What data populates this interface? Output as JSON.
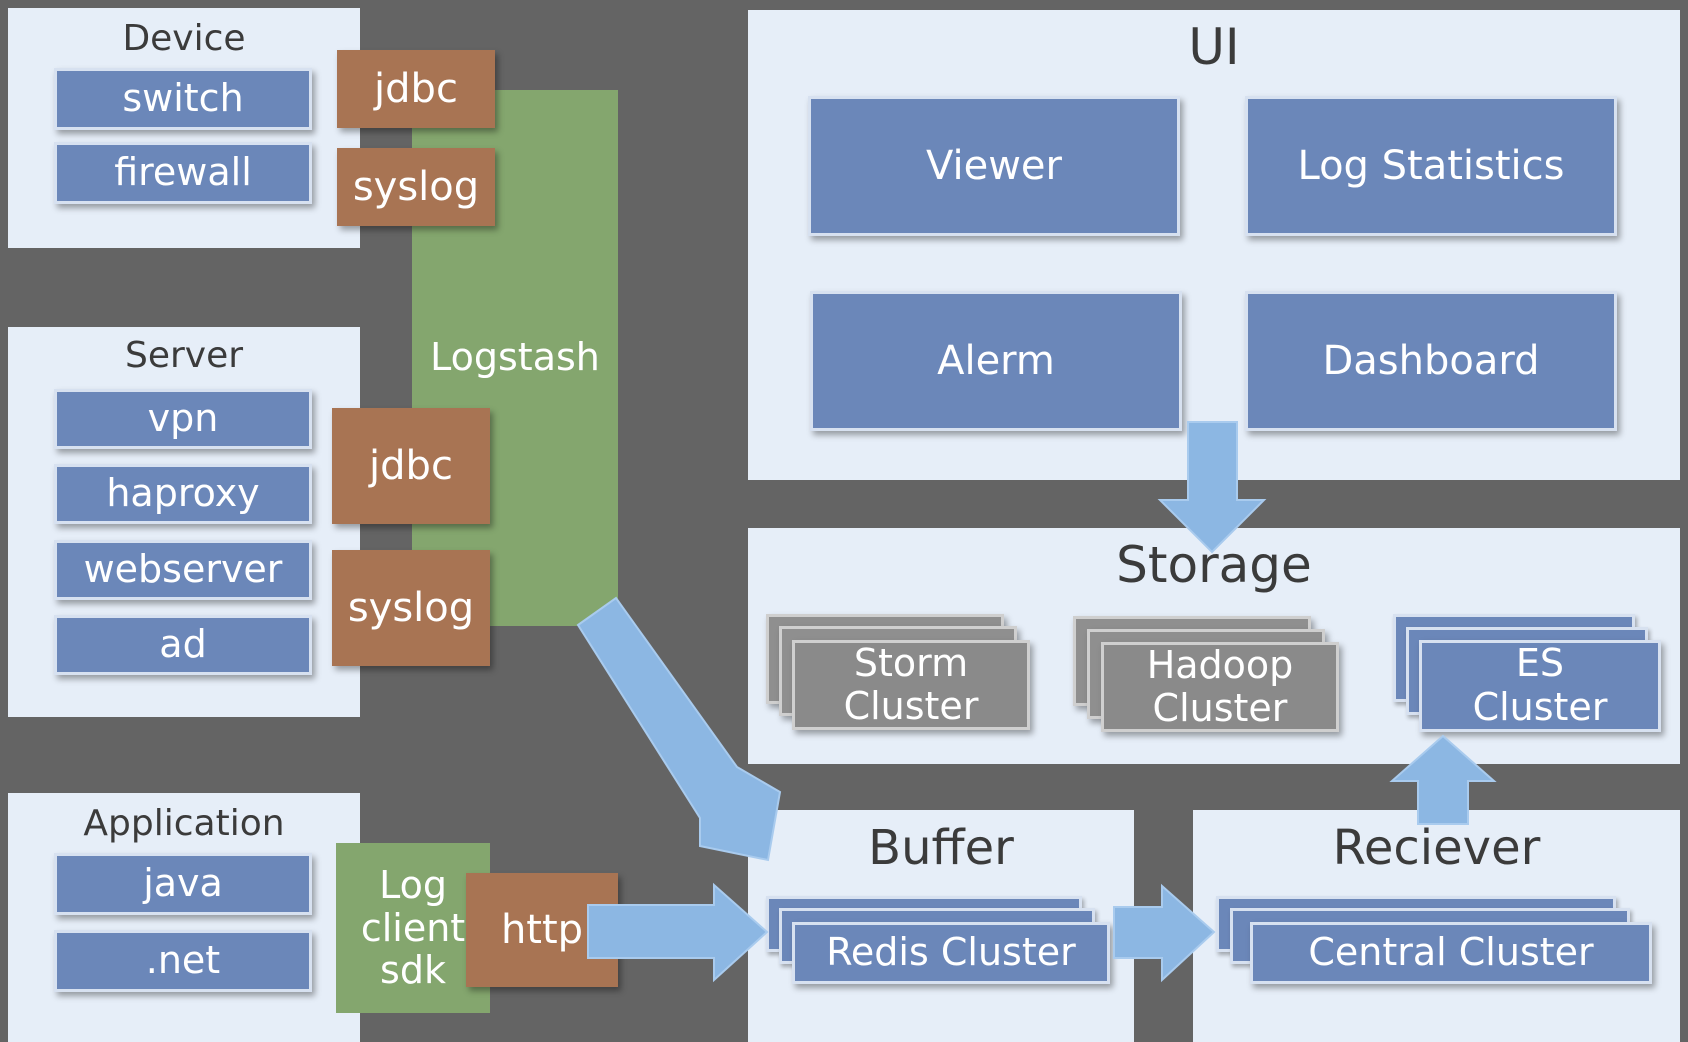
{
  "device": {
    "title": "Device",
    "items": [
      "switch",
      "firewall"
    ]
  },
  "server": {
    "title": "Server",
    "items": [
      "vpn",
      "haproxy",
      "webserver",
      "ad"
    ]
  },
  "application": {
    "title": "Application",
    "items": [
      "java",
      ".net"
    ]
  },
  "connectors": {
    "jdbc": "jdbc",
    "syslog": "syslog",
    "http": "http"
  },
  "logstash": {
    "label": "Logstash"
  },
  "log_client": {
    "label": "Log\nclient\nsdk"
  },
  "ui": {
    "title": "UI",
    "items": [
      "Viewer",
      "Log Statistics",
      "Alerm",
      "Dashboard"
    ]
  },
  "storage": {
    "title": "Storage",
    "storm": "Storm\nCluster",
    "hadoop": "Hadoop\nCluster",
    "es": "ES\nCluster"
  },
  "buffer": {
    "title": "Buffer",
    "redis": "Redis Cluster"
  },
  "receiver": {
    "title": "Reciever",
    "central": "Central Cluster"
  },
  "colors": {
    "background": "#646464",
    "panel": "#e6eef8",
    "blue_box": "#6b87b9",
    "orange_box": "#a87453",
    "green_box": "#84a66e",
    "gray_box": "#8a8a8a",
    "arrow": "#8cb7e3"
  }
}
